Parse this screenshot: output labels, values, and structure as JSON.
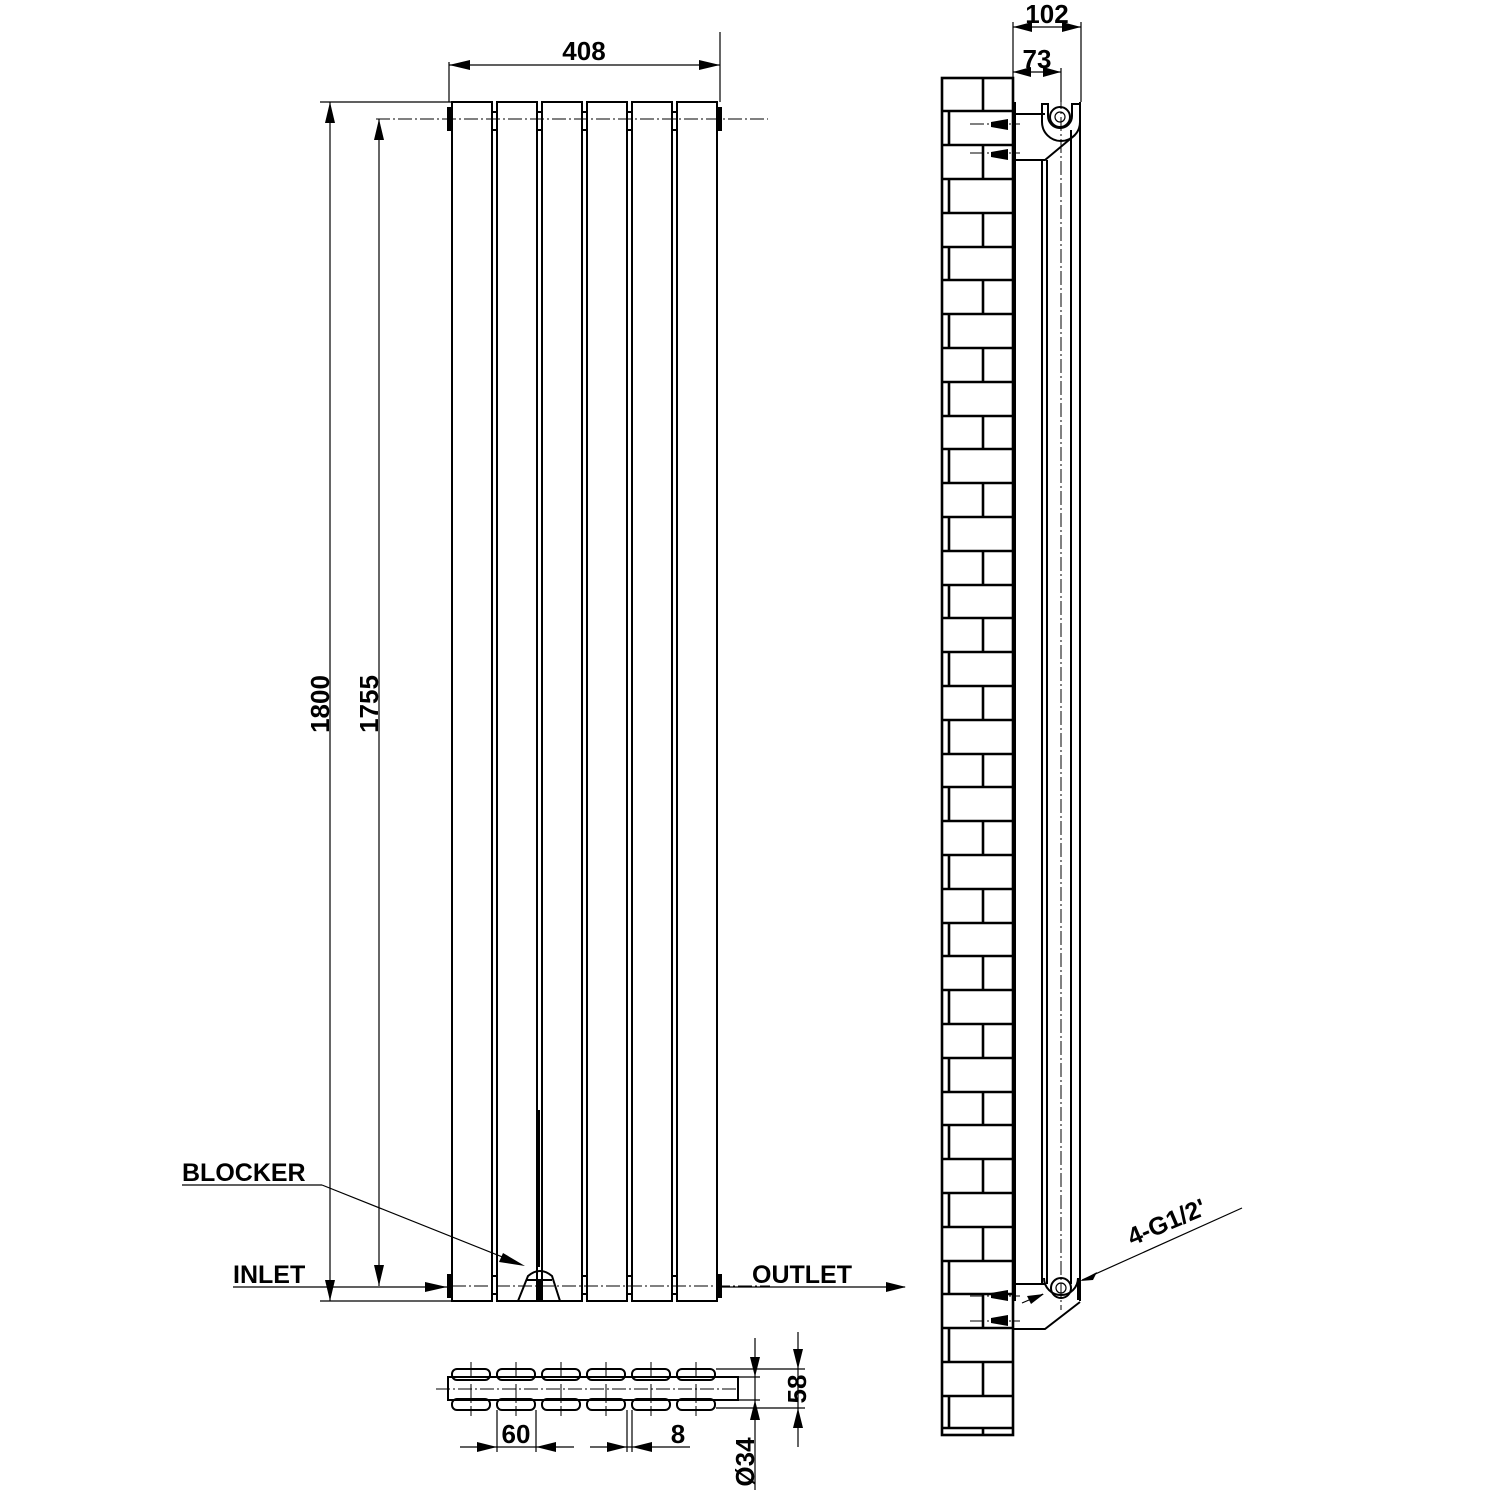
{
  "drawing": {
    "subject": "Vertical flat-panel radiator technical drawing",
    "front_view": {
      "columns": 6,
      "dimensions": {
        "overall_width": "408",
        "overall_height": "1800",
        "pipe_centres_height": "1755"
      },
      "labels": {
        "blocker": "BLOCKER",
        "inlet": "INLET",
        "outlet": "OUTLET"
      }
    },
    "plan_view": {
      "dimensions": {
        "column_width": "60",
        "column_gap": "8",
        "depth": "58",
        "pipe_diameter": "Ø34"
      }
    },
    "side_view": {
      "dimensions": {
        "wall_to_front": "102",
        "wall_to_pipe_centre": "73"
      },
      "labels": {
        "connections": "4-G1/2'"
      }
    }
  }
}
